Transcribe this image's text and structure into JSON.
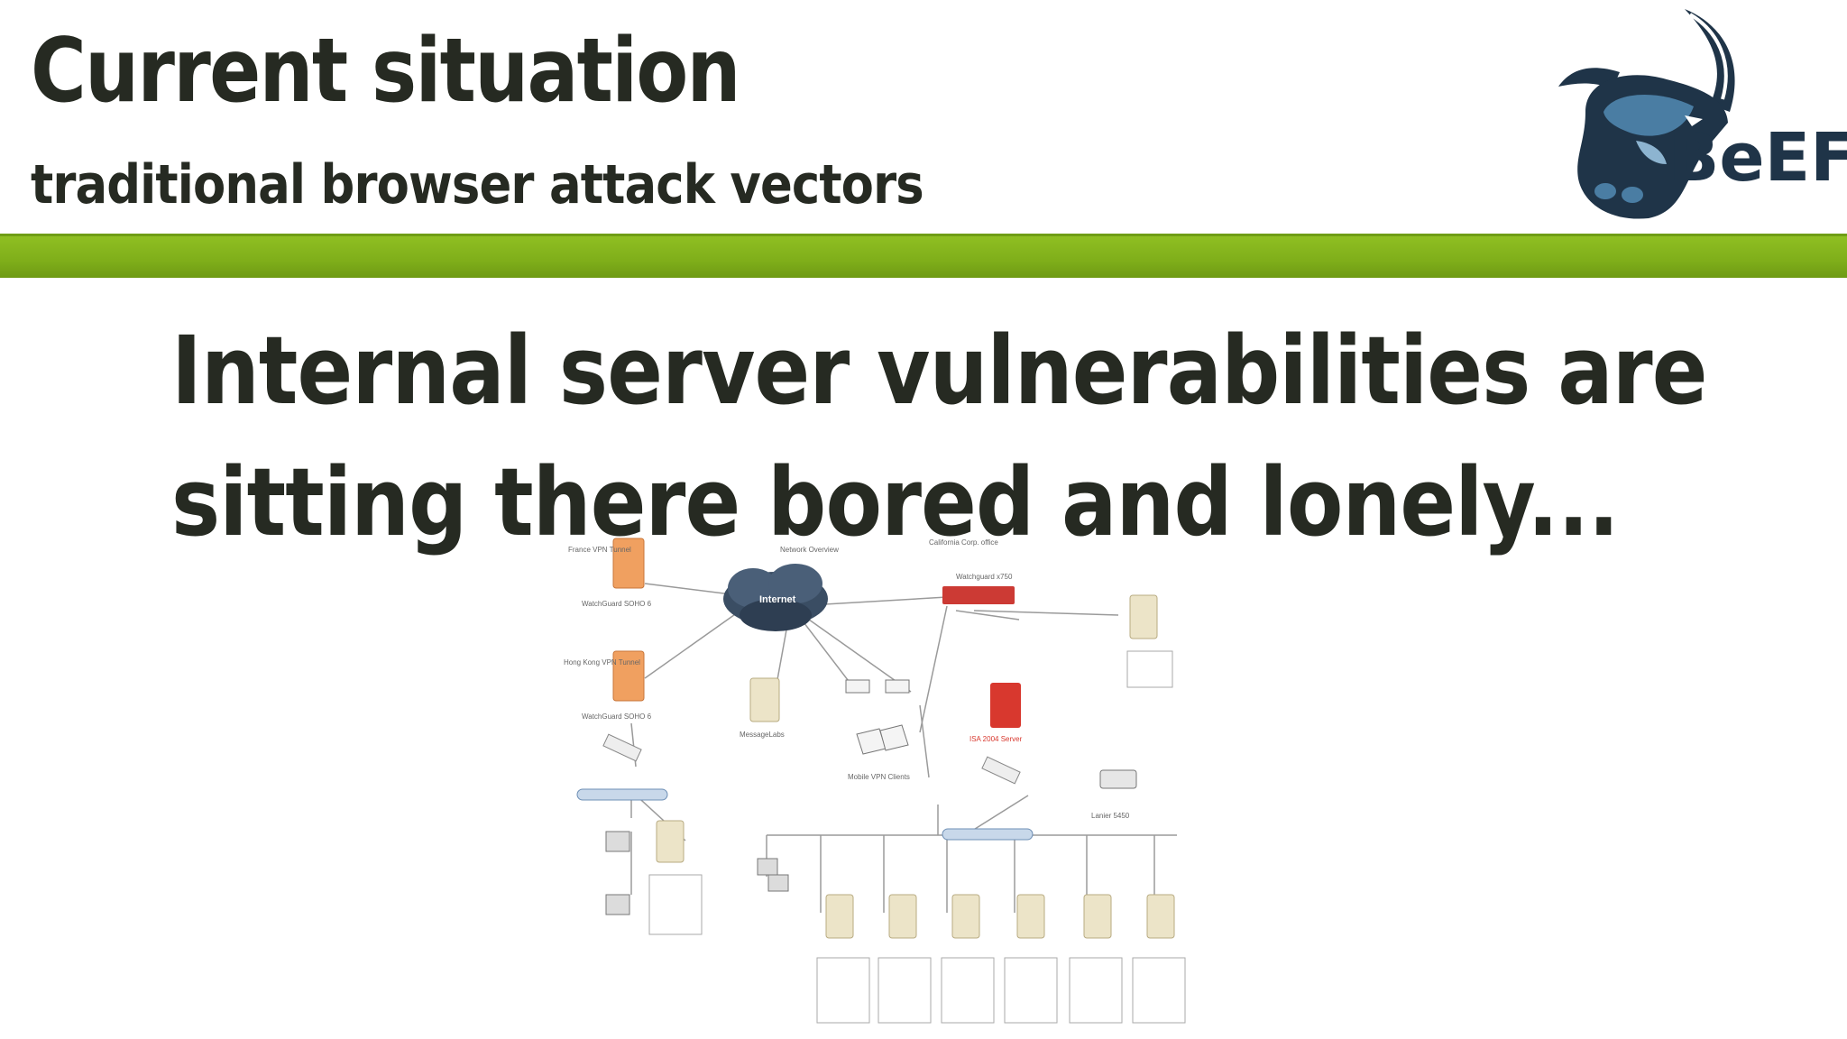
{
  "slide": {
    "title": "Current situation",
    "subtitle": "traditional browser attack vectors",
    "headline": "Internal server vulnerabilities are sitting there bored and lonely..."
  },
  "logo": {
    "text": "BeEF",
    "colors": {
      "bull": "#1f3448",
      "bull_light": "#4a7da3",
      "text": "#1f3448"
    }
  },
  "theme": {
    "accent": "#7fae1a",
    "text": "#262a22"
  },
  "diagram": {
    "labels": {
      "title": "Network Overview",
      "office": "California Corp. office",
      "internet": "Internet",
      "france_tunnel": "France VPN Tunnel",
      "hongkong_tunnel": "Hong Kong VPN Tunnel",
      "france_fw": "WatchGuard SOHO 6",
      "hk_fw": "WatchGuard SOHO 6",
      "router": "Watchguard x750",
      "messagelabs": "MessageLabs",
      "isa": "ISA 2004 Server",
      "printer": "Lanier 5450",
      "mobile": "Mobile VPN Clients"
    }
  }
}
